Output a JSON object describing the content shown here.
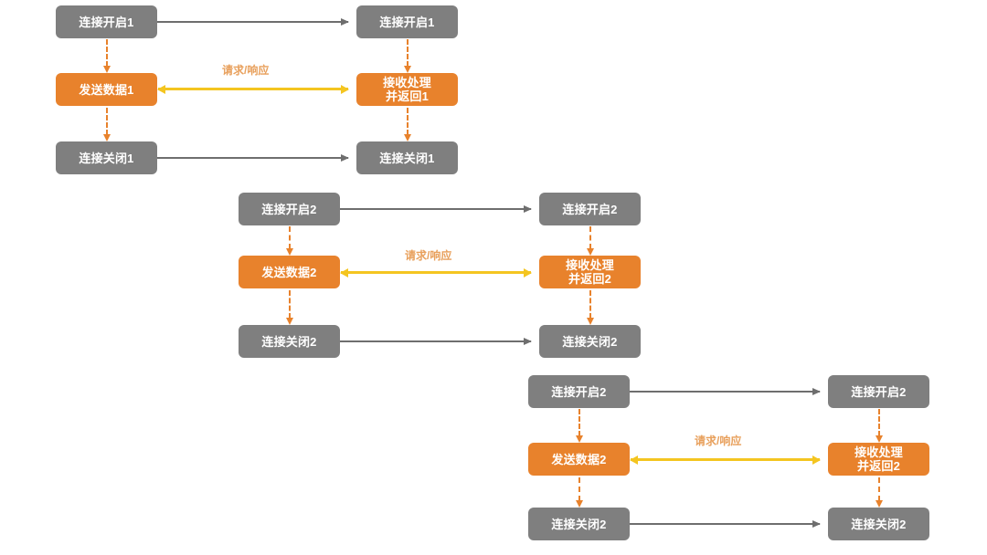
{
  "diagram": {
    "title": "",
    "colors": {
      "gray_node": "#7f7f7f",
      "orange_node": "#e8822c",
      "gray_arrow": "#6e6e6e",
      "yellow_arrow": "#f4c520",
      "dashed_connector": "#e8822c",
      "flow_label": "#e8a05c",
      "node_text": "#ffffff",
      "background": "#ffffff"
    },
    "groups": [
      {
        "id": "group-1",
        "flow_label": "请求/响应",
        "nodes": {
          "client_open": "连接开启1",
          "client_send": "发送数据1",
          "client_close": "连接关闭1",
          "server_open": "连接开启1",
          "server_receive": "接收处理\n并返回1",
          "server_close": "连接关闭1"
        }
      },
      {
        "id": "group-2",
        "flow_label": "请求/响应",
        "nodes": {
          "client_open": "连接开启2",
          "client_send": "发送数据2",
          "client_close": "连接关闭2",
          "server_open": "连接开启2",
          "server_receive": "接收处理\n并返回2",
          "server_close": "连接关闭2"
        }
      },
      {
        "id": "group-3",
        "flow_label": "请求/响应",
        "nodes": {
          "client_open": "连接开启2",
          "client_send": "发送数据2",
          "client_close": "连接关闭2",
          "server_open": "连接开启2",
          "server_receive": "接收处理\n并返回2",
          "server_close": "连接关闭2"
        }
      }
    ]
  }
}
